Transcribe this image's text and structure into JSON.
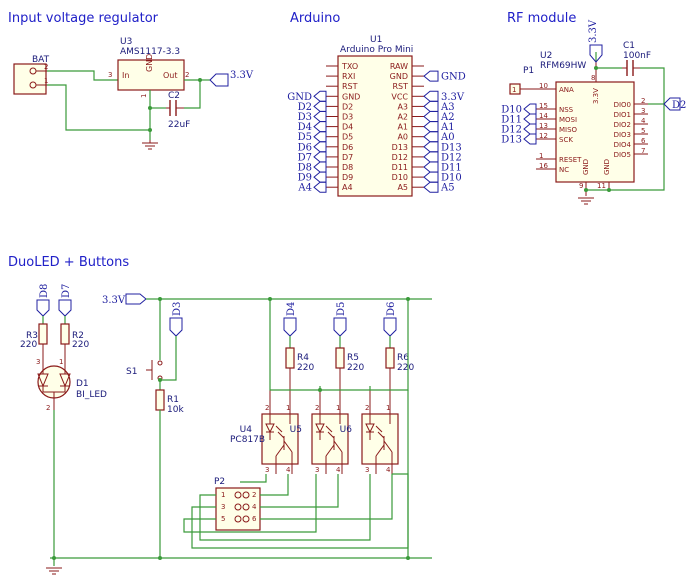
{
  "titles": {
    "regulator": "Input voltage regulator",
    "arduino": "Arduino",
    "rf": "RF module",
    "duoled": "DuoLED + Buttons"
  },
  "regulator": {
    "bat_label": "BAT",
    "bat_pin2": "2",
    "bat_pin1": "1",
    "u3_ref": "U3",
    "u3_value": "AMS1117-3.3",
    "u3_in": "In",
    "u3_gnd": "GND",
    "u3_out": "Out",
    "u3_pin3": "3",
    "u3_pin1": "1",
    "u3_pin2": "2",
    "c2_ref": "C2",
    "c2_value": "22uF",
    "out_net": "3.3V"
  },
  "arduino": {
    "u1_ref": "U1",
    "u1_value": "Arduino Pro Mini",
    "left_pins": [
      "TXO",
      "RXI",
      "RST",
      "GND",
      "D2",
      "D3",
      "D4",
      "D5",
      "D6",
      "D7",
      "D8",
      "D9",
      "A4"
    ],
    "right_pins": [
      "RAW",
      "GND",
      "RST",
      "VCC",
      "A3",
      "A2",
      "A1",
      "A0",
      "D13",
      "D12",
      "D11",
      "D10",
      "A5"
    ],
    "left_nets": [
      "GND",
      "D2",
      "D3",
      "D4",
      "D5",
      "D6",
      "D7",
      "D8",
      "D9",
      "A4"
    ],
    "right_nets": [
      "GND",
      "3.3V",
      "A3",
      "A2",
      "A1",
      "A0",
      "D13",
      "D12",
      "D11",
      "D10",
      "A5"
    ]
  },
  "rf": {
    "u2_ref": "U2",
    "u2_value": "RFM69HW",
    "p1_ref": "P1",
    "p1_pin": "1",
    "pwr_net": "3.3V",
    "c1_ref": "C1",
    "c1_value": "100nF",
    "pins_left": [
      "ANA",
      "NSS",
      "MOSI",
      "MISO",
      "SCK",
      "RESET",
      "NC"
    ],
    "pins_left_nums": [
      "10",
      "15",
      "14",
      "13",
      "12",
      "1",
      "16"
    ],
    "pins_right": [
      "DIO0",
      "DIO1",
      "DIO2",
      "DIO3",
      "DIO4",
      "DIO5"
    ],
    "pins_right_nums": [
      "2",
      "3",
      "4",
      "5",
      "6",
      "7"
    ],
    "nets_left": [
      "D10",
      "D11",
      "D12",
      "D13"
    ],
    "dio0_net": "D2",
    "vcc_pin_label": "3.3V",
    "vcc_pin_num": "8",
    "gnd_label": "GND",
    "gnd_pin_a": "9",
    "gnd_pin_b": "11"
  },
  "duoled": {
    "net_d8": "D8",
    "net_d7": "D7",
    "r3_ref": "R3",
    "r3_value": "220",
    "r2_ref": "R2",
    "r2_value": "220",
    "d1_ref": "D1",
    "d1_value": "BI_LED",
    "d1_pin3": "3",
    "d1_pin1": "1",
    "d1_pin2": "2",
    "vcc_net": "3.3V",
    "net_d3": "D3",
    "s1_ref": "S1",
    "r1_ref": "R1",
    "r1_value": "10k",
    "net_d4": "D4",
    "net_d5": "D5",
    "net_d6": "D6",
    "r4_ref": "R4",
    "r4_value": "220",
    "r5_ref": "R5",
    "r5_value": "220",
    "r6_ref": "R6",
    "r6_value": "220",
    "u4_ref": "U4",
    "u4_value": "PC817B",
    "u5_ref": "U5",
    "u6_ref": "U6",
    "opto_pin2": "2",
    "opto_pin1": "1",
    "opto_pin3": "3",
    "opto_pin4": "4",
    "p2_ref": "P2",
    "p2_pins": [
      "1",
      "2",
      "3",
      "4",
      "5",
      "6"
    ]
  }
}
